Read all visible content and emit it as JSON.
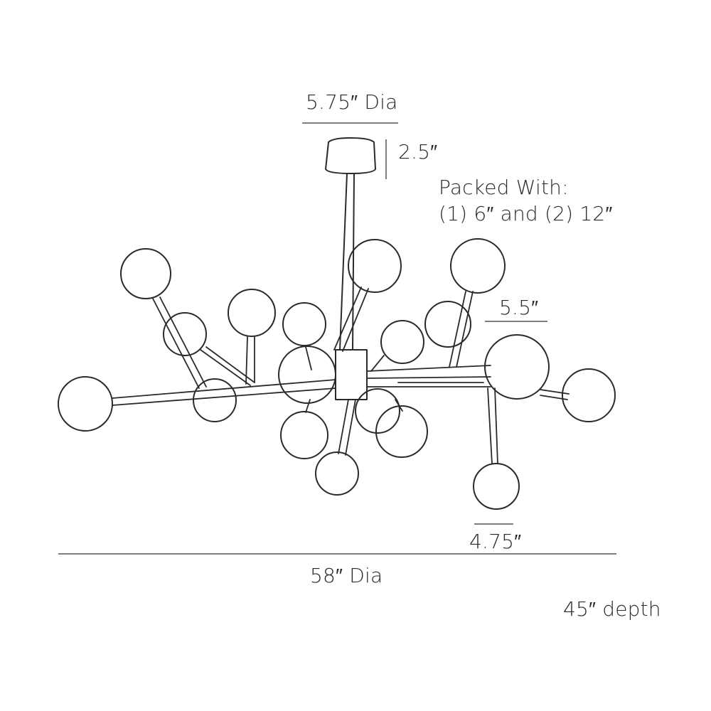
{
  "dimensions": {
    "canopy_diameter": "5.75″ Dia",
    "canopy_height": "2.5″",
    "large_globe": "5.5″",
    "small_globe": "4.75″",
    "overall_diameter": "58″ Dia",
    "depth": "45″ depth"
  },
  "packed_with": {
    "heading": "Packed With:",
    "contents": "(1) 6″ and (2) 12″"
  },
  "colors": {
    "line": "#2a2a2a",
    "dimension_line": "#555555",
    "background": "#ffffff"
  }
}
